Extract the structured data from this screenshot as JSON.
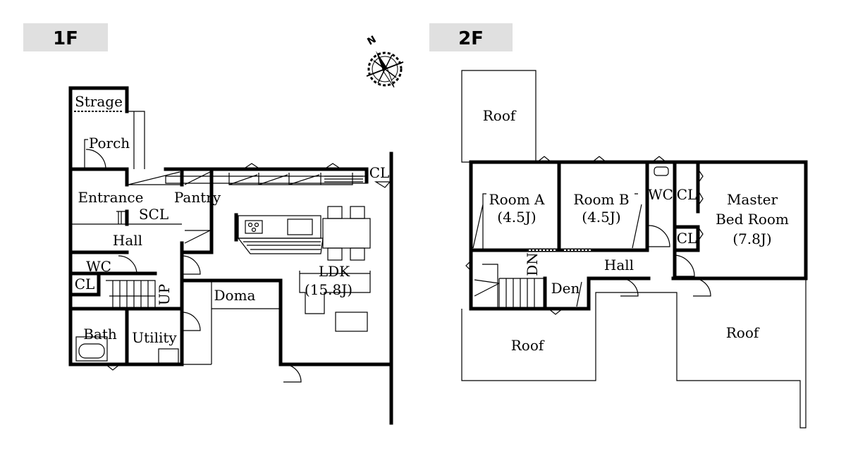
{
  "floors": {
    "first": {
      "label": "1F",
      "rooms": {
        "storage": "Strage",
        "porch": "Porch",
        "entrance": "Entrance",
        "pantry": "Pantry",
        "scl": "SCL",
        "hall": "Hall",
        "wc": "WC",
        "cl_stairs": "CL",
        "up": "UP",
        "bath": "Bath",
        "utility": "Utility",
        "doma": "Doma",
        "ldk": "LDK",
        "ldk_size": "(15.8J)",
        "cl_corner": "CL"
      }
    },
    "second": {
      "label": "2F",
      "rooms": {
        "roof_top": "Roof",
        "room_a": "Room A",
        "room_a_size": "(4.5J)",
        "room_b": "Room B",
        "room_b_size": "(4.5J)",
        "wc": "WC",
        "cl_upper": "CL",
        "cl_lower": "CL",
        "master_line1": "Master",
        "master_line2": "Bed Room",
        "master_size": "(7.8J)",
        "dn": "DN",
        "hall": "Hall",
        "den": "Den",
        "roof_left": "Roof",
        "roof_right": "Roof"
      }
    }
  },
  "compass": {
    "north_label": "N"
  },
  "colors": {
    "floor_tag_bg": "#e0e0e0",
    "wall": "#000000"
  }
}
